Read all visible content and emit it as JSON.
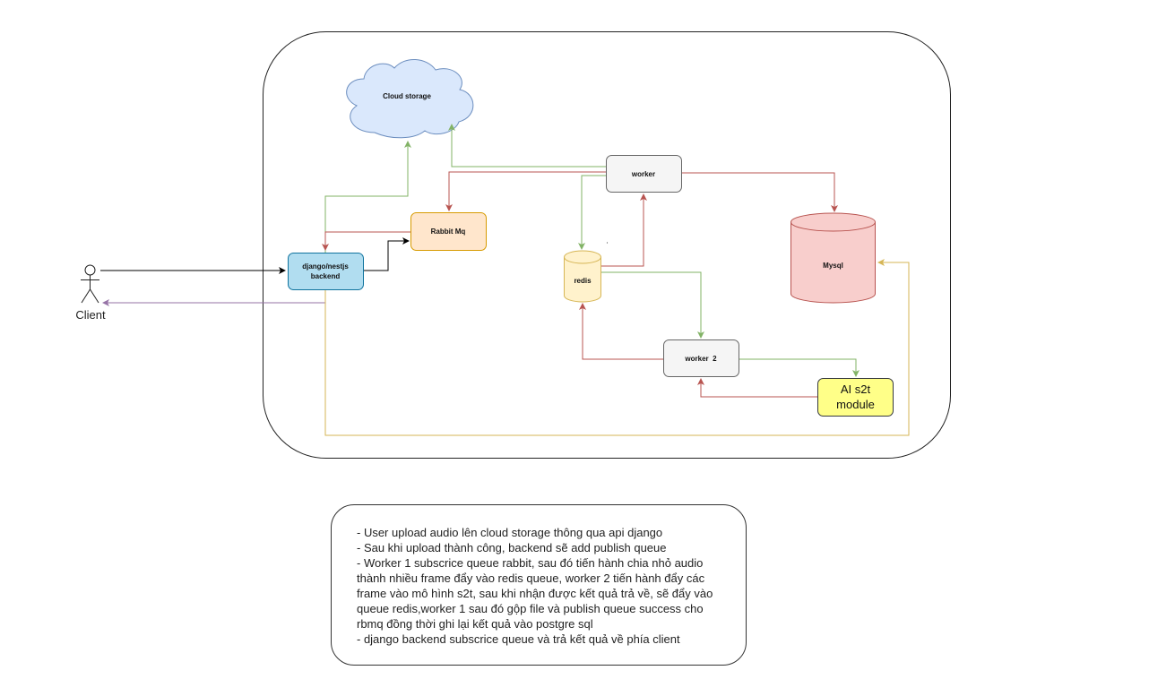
{
  "nodes": {
    "cloud_storage": "Cloud storage",
    "backend": [
      "django/nestjs",
      "backend"
    ],
    "rabbitmq": "Rabbit Mq",
    "worker": "worker",
    "redis": "redis",
    "mysql": "Mysql",
    "worker2": "worker  2",
    "ai_module": [
      "AI s2t",
      "module"
    ],
    "client": "Client"
  },
  "colors": {
    "green": "#82b366",
    "red": "#b85450",
    "yellow": "#d6b656",
    "purple": "#9673a6",
    "black": "#000000"
  },
  "notes": [
    "- User upload audio lên cloud storage thông qua api django",
    "- Sau khi upload thành công, backend sẽ add publish queue",
    "- Worker 1 subscrice queue rabbit, sau đó tiến hành chia nhỏ audio",
    "thành nhiều frame đẩy vào redis queue, worker 2 tiến hành đẩy các",
    "frame vào mô hình s2t, sau khi nhận được kết quả trả về, sẽ đẩy vào",
    "queue redis,worker 1 sau đó gộp file và publish queue success cho",
    "rbmq đồng thời ghi lại kết quả vào postgre sql",
    "- django backend subscrice queue và trả kết quả về phía client"
  ]
}
